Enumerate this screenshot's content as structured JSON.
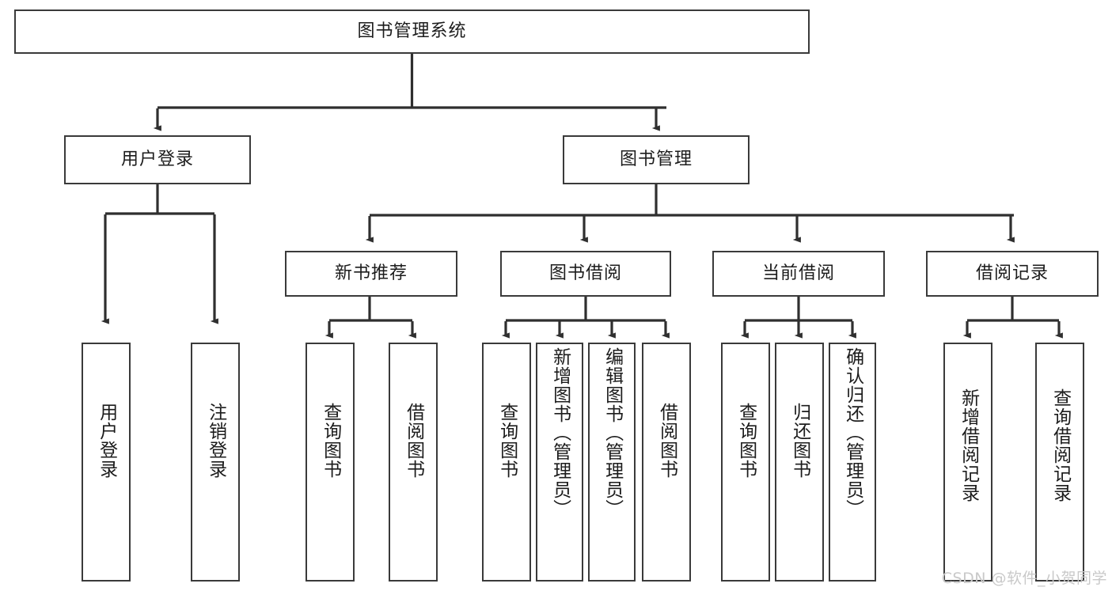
{
  "diagram": {
    "type": "tree-hierarchy",
    "title": "图书管理系统",
    "root": {
      "id": "root",
      "label": "图书管理系统"
    },
    "level2": [
      {
        "id": "user-login",
        "label": "用户登录"
      },
      {
        "id": "book-mgmt",
        "label": "图书管理"
      }
    ],
    "level3": [
      {
        "id": "new-book-rec",
        "label": "新书推荐",
        "parent": "book-mgmt"
      },
      {
        "id": "book-borrow",
        "label": "图书借阅",
        "parent": "book-mgmt"
      },
      {
        "id": "current-borrow",
        "label": "当前借阅",
        "parent": "book-mgmt"
      },
      {
        "id": "borrow-record",
        "label": "借阅记录",
        "parent": "book-mgmt"
      }
    ],
    "leaves": [
      {
        "id": "leaf-user-login",
        "label": "用户登录",
        "parent": "user-login"
      },
      {
        "id": "leaf-logout",
        "label": "注销登录",
        "parent": "user-login"
      },
      {
        "id": "leaf-query-book-1",
        "label": "查询图书",
        "parent": "new-book-rec"
      },
      {
        "id": "leaf-borrow-book-1",
        "label": "借阅图书",
        "parent": "new-book-rec"
      },
      {
        "id": "leaf-query-book-2",
        "label": "查询图书",
        "parent": "book-borrow"
      },
      {
        "id": "leaf-add-book",
        "label": "新增图书（管理员）",
        "parent": "book-borrow"
      },
      {
        "id": "leaf-edit-book",
        "label": "编辑图书（管理员）",
        "parent": "book-borrow"
      },
      {
        "id": "leaf-borrow-book-2",
        "label": "借阅图书",
        "parent": "book-borrow"
      },
      {
        "id": "leaf-query-book-3",
        "label": "查询图书",
        "parent": "current-borrow"
      },
      {
        "id": "leaf-return-book",
        "label": "归还图书",
        "parent": "current-borrow"
      },
      {
        "id": "leaf-confirm-return",
        "label": "确认归还（管理员）",
        "parent": "current-borrow"
      },
      {
        "id": "leaf-add-record",
        "label": "新增借阅记录",
        "parent": "borrow-record"
      },
      {
        "id": "leaf-query-record",
        "label": "查询借阅记录",
        "parent": "borrow-record"
      }
    ],
    "colors": {
      "stroke": "#3a3a3a",
      "fill": "#ffffff",
      "text": "#1c1c1c",
      "watermark": "#c9c9c9"
    }
  },
  "watermark": {
    "text": "CSDN @软件_小贺同学"
  }
}
